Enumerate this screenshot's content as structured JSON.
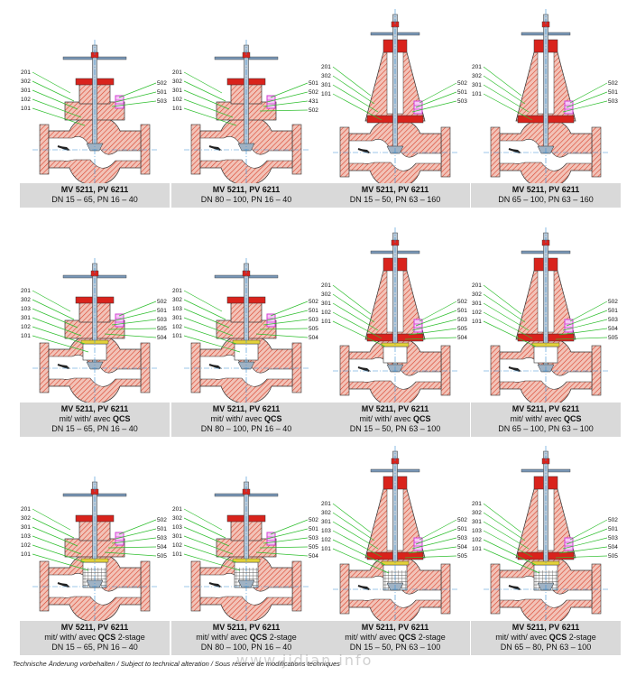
{
  "colors": {
    "body_fill": "#f2c3b8",
    "body_hatch": "#d9402a",
    "red_part": "#d9231c",
    "blue_axis": "#3a8fd6",
    "leader_green": "#2fbf2f",
    "magenta_part": "#d23fd2",
    "caption_bg": "#d9d9d9"
  },
  "panels": [
    {
      "model": "MV 5211, PV 6211",
      "line2": "",
      "qcs": "",
      "spec": "DN 15 – 65, PN 16 – 40",
      "left_labels": [
        "201",
        "302",
        "301",
        "102",
        "101"
      ],
      "right_labels": [
        "502",
        "501",
        "503"
      ]
    },
    {
      "model": "MV 5211, PV 6211",
      "line2": "",
      "qcs": "",
      "spec": "DN 80 – 100, PN 16 – 40",
      "left_labels": [
        "201",
        "302",
        "301",
        "102",
        "101"
      ],
      "right_labels": [
        "501",
        "502",
        "431",
        "502"
      ]
    },
    {
      "model": "MV 5211, PV 6211",
      "line2": "",
      "qcs": "",
      "spec": "DN 15 – 50, PN 63 – 160",
      "left_labels": [
        "201",
        "302",
        "301",
        "101"
      ],
      "right_labels": [
        "502",
        "501",
        "503"
      ]
    },
    {
      "model": "MV 5211, PV 6211",
      "line2": "",
      "qcs": "",
      "spec": "DN 65 – 100, PN 63 – 160",
      "left_labels": [
        "201",
        "302",
        "301",
        "101"
      ],
      "right_labels": [
        "502",
        "501",
        "503"
      ]
    },
    {
      "model": "MV 5211, PV 6211",
      "line2": "mit/ with/ avec ",
      "qcs": "QCS",
      "spec": "DN 15 – 65, PN 16 – 40",
      "left_labels": [
        "201",
        "302",
        "103",
        "301",
        "102",
        "101"
      ],
      "right_labels": [
        "502",
        "501",
        "503",
        "505",
        "504"
      ]
    },
    {
      "model": "MV 5211, PV 6211",
      "line2": "mit/ with/ avec ",
      "qcs": "QCS",
      "spec": "DN 80 – 100, PN 16 – 40",
      "left_labels": [
        "201",
        "302",
        "103",
        "301",
        "102",
        "101"
      ],
      "right_labels": [
        "502",
        "501",
        "503",
        "505",
        "504"
      ]
    },
    {
      "model": "MV 5211, PV 6211",
      "line2": "mit/ with/ avec ",
      "qcs": "QCS",
      "spec": "DN 15 – 50, PN 63 – 100",
      "left_labels": [
        "201",
        "302",
        "301",
        "102",
        "101"
      ],
      "right_labels": [
        "502",
        "501",
        "503",
        "505",
        "504"
      ]
    },
    {
      "model": "MV 5211, PV 6211",
      "line2": "mit/ with/ avec ",
      "qcs": "QCS",
      "spec": "DN 65 – 100, PN 63 – 100",
      "left_labels": [
        "201",
        "302",
        "301",
        "102",
        "101"
      ],
      "right_labels": [
        "502",
        "501",
        "503",
        "504",
        "505"
      ]
    },
    {
      "model": "MV 5211, PV 6211",
      "line2": "mit/ with/ avec ",
      "qcs": "QCS",
      "line2_tail": " 2-stage",
      "spec": "DN 15 – 65, PN 16 – 40",
      "left_labels": [
        "201",
        "302",
        "301",
        "103",
        "102",
        "101"
      ],
      "right_labels": [
        "502",
        "501",
        "503",
        "504",
        "505"
      ]
    },
    {
      "model": "MV 5211, PV 6211",
      "line2": "mit/ with/ avec ",
      "qcs": "QCS",
      "line2_tail": " 2-stage",
      "spec": "DN 80 – 100, PN 16 – 40",
      "left_labels": [
        "201",
        "302",
        "103",
        "301",
        "102",
        "101"
      ],
      "right_labels": [
        "502",
        "501",
        "503",
        "505",
        "504"
      ]
    },
    {
      "model": "MV 5211, PV 6211",
      "line2": "mit/ with/ avec ",
      "qcs": "QCS",
      "line2_tail": " 2-stage",
      "spec": "DN 15 – 50, PN 63 – 100",
      "left_labels": [
        "201",
        "302",
        "301",
        "103",
        "102",
        "101"
      ],
      "right_labels": [
        "502",
        "501",
        "503",
        "504",
        "505"
      ]
    },
    {
      "model": "MV 5211, PV 6211",
      "line2": "mit/ with/ avec ",
      "qcs": "QCS",
      "line2_tail": " 2-stage",
      "spec": "DN 65 – 80, PN 63 – 100",
      "left_labels": [
        "201",
        "302",
        "301",
        "103",
        "102",
        "101"
      ],
      "right_labels": [
        "502",
        "501",
        "503",
        "504",
        "505"
      ]
    }
  ],
  "footer": "Technische Änderung vorbehalten / Subject to technical alteration / Sous réserve de modifications techniques",
  "watermark": "www.jidian.info"
}
